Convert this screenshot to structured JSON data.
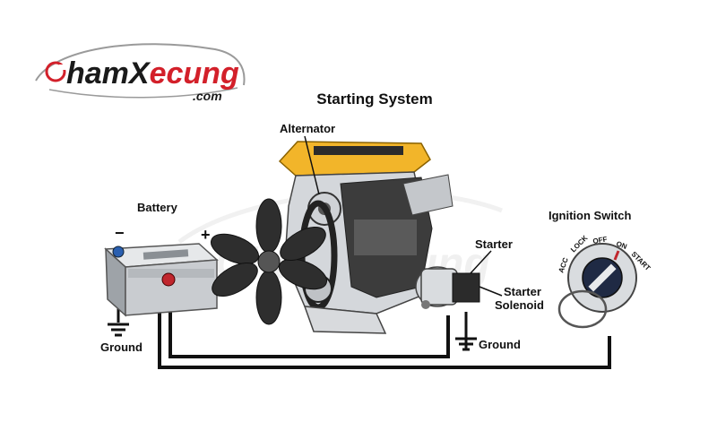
{
  "logo": {
    "brand_part1": "hamX",
    "brand_part2": "ecung",
    "domain": ".com",
    "watermark": "ChamXecung"
  },
  "diagram": {
    "title": "Starting System",
    "labels": {
      "alternator": "Alternator",
      "battery": "Battery",
      "minus": "−",
      "plus": "+",
      "ground_left": "Ground",
      "starter": "Starter",
      "starter_solenoid_line1": "Starter",
      "starter_solenoid_line2": "Solenoid",
      "ground_right": "Ground",
      "ignition_switch": "Ignition Switch",
      "switch_positions": [
        "ACC",
        "LOCK",
        "OFF",
        "ON",
        "START"
      ]
    }
  },
  "colors": {
    "engine_yellow": "#f2b52a",
    "logo_red": "#d3202a",
    "logo_dark": "#1a1a1a",
    "wire": "#111111",
    "battery_body": "#c9ccd0",
    "negative_terminal": "#2a5fb0",
    "positive_terminal": "#c0262d"
  }
}
